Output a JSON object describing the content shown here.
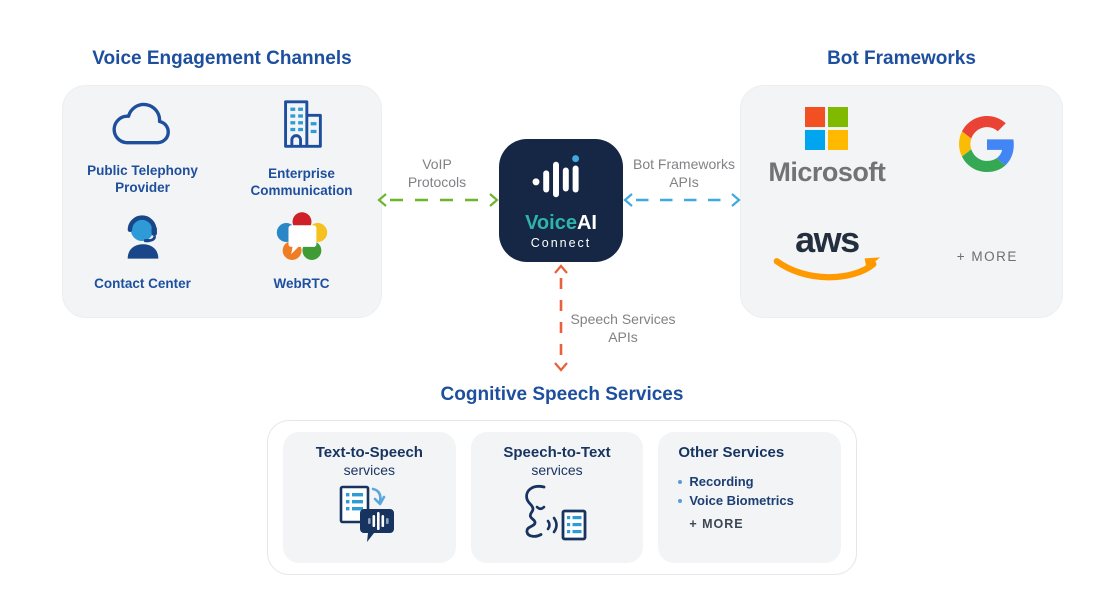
{
  "headings": {
    "channels": "Voice Engagement Channels",
    "bots": "Bot Frameworks",
    "speech": "Cognitive Speech Services"
  },
  "channels": {
    "items": [
      {
        "icon": "cloud-icon",
        "label": "Public Telephony Provider"
      },
      {
        "icon": "enterprise-building-icon",
        "label": "Enterprise Communication"
      },
      {
        "icon": "headset-agent-icon",
        "label": "Contact Center"
      },
      {
        "icon": "webrtc-icon",
        "label": "WebRTC"
      }
    ]
  },
  "bot_frameworks": {
    "microsoft_label": "Microsoft",
    "aws_label": "aws",
    "more_label": "+ MORE"
  },
  "center_logo": {
    "brand_primary": "Voice",
    "brand_secondary": "AI",
    "subtitle": "Connect"
  },
  "connectors": {
    "voip": {
      "label": "VoIP Protocols",
      "color": "#6fb52c"
    },
    "bot_apis": {
      "label": "Bot Frameworks APIs",
      "color": "#3fa9e0"
    },
    "speech_apis": {
      "label": "Speech Services APIs",
      "color": "#e8603c"
    }
  },
  "speech_services": {
    "cards": [
      {
        "title": "Text-to-Speech",
        "subtitle": "services",
        "icon": "text-to-speech-icon"
      },
      {
        "title": "Speech-to-Text",
        "subtitle": "services",
        "icon": "speech-to-text-icon"
      },
      {
        "title": "Other Services",
        "bullets": [
          "Recording",
          "Voice Biometrics"
        ],
        "more": "+ MORE"
      }
    ]
  },
  "colors": {
    "heading_blue": "#1d4f9e",
    "logo_navy": "#152744",
    "logo_teal": "#2eb4ab",
    "panel_gray": "#f3f4f6",
    "label_gray": "#808285",
    "ms_red": "#f25022",
    "ms_green": "#7fba00",
    "ms_blue": "#00a4ef",
    "ms_yellow": "#ffb900",
    "aws_orange": "#ff9900",
    "aws_navy": "#232f3e"
  }
}
